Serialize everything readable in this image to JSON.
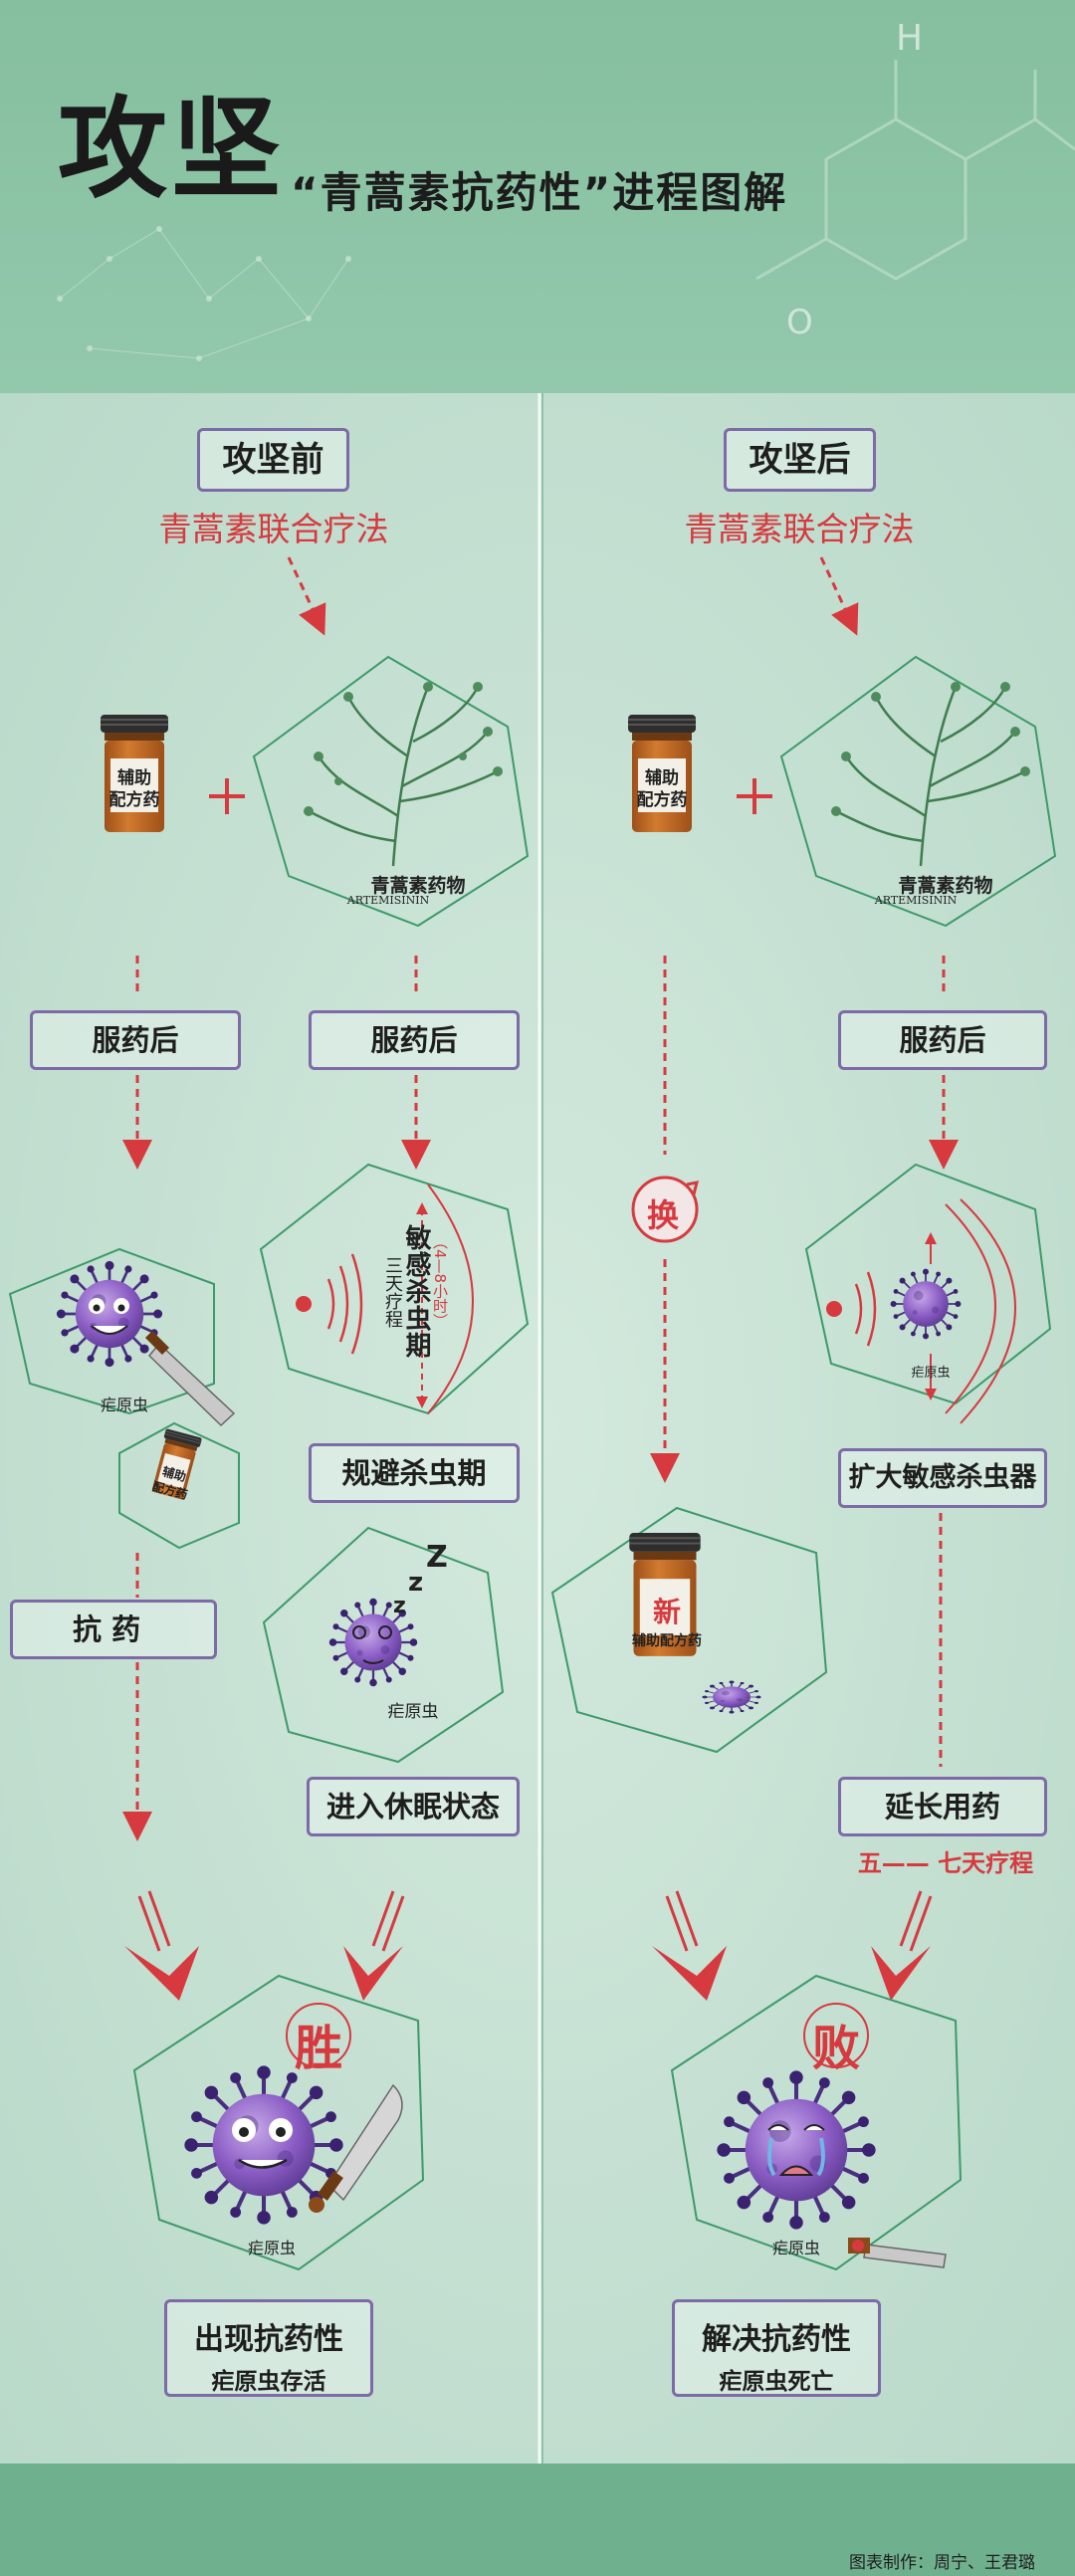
{
  "header": {
    "calligraphy": "攻坚",
    "title": "“青蒿素抗药性”进程图解"
  },
  "left": {
    "heading": "攻坚前",
    "therapy": "青蒿素联合疗法",
    "aux_drug_label": [
      "辅助",
      "配方药"
    ],
    "herb_label": "青蒿素药物",
    "herb_latin": "ARTEMISININ",
    "after_med_1": "服药后",
    "after_med_2": "服药后",
    "parasite_label": "疟原虫",
    "small_bottle_label": [
      "辅助",
      "配方药"
    ],
    "sensitive_period": "敏感杀虫期",
    "three_day": "三天疗程",
    "hours": "（4—8小时）",
    "avoid_box": "规避杀虫期",
    "resist_box": "抗 药",
    "sleep_parasite_label": "疟原虫",
    "sleep_box": "进入休眠状态",
    "win_char": "胜",
    "big_parasite_label": "疟原虫",
    "result_title": "出现抗药性",
    "result_sub": "疟原虫存活"
  },
  "right": {
    "heading": "攻坚后",
    "therapy": "青蒿素联合疗法",
    "aux_drug_label": [
      "辅助",
      "配方药"
    ],
    "herb_label": "青蒿素药物",
    "herb_latin": "ARTEMISININ",
    "after_med": "服药后",
    "swap_char": "换",
    "parasite_label": "疟原虫",
    "expand_box": "扩大敏感杀虫器",
    "new_char": "新",
    "new_drug_label": "辅助配方药",
    "extend_box": "延长用药",
    "extend_sub": "五—— 七天疗程",
    "lose_char": "败",
    "big_parasite_label": "疟原虫",
    "result_title": "解决抗药性",
    "result_sub": "疟原虫死亡"
  },
  "footer": {
    "credit": "图表制作：周宁、王君璐"
  },
  "colors": {
    "header_bg": "#8cc3a6",
    "body_bg": "#c4dfd2",
    "footer_bg": "#6fb08e",
    "box_border": "#7d6aa6",
    "accent_red": "#d63a3f",
    "parasite_purple": "#8a5cc4",
    "bottle_orange": "#c06a26",
    "hex_green": "#3d9a6a"
  }
}
